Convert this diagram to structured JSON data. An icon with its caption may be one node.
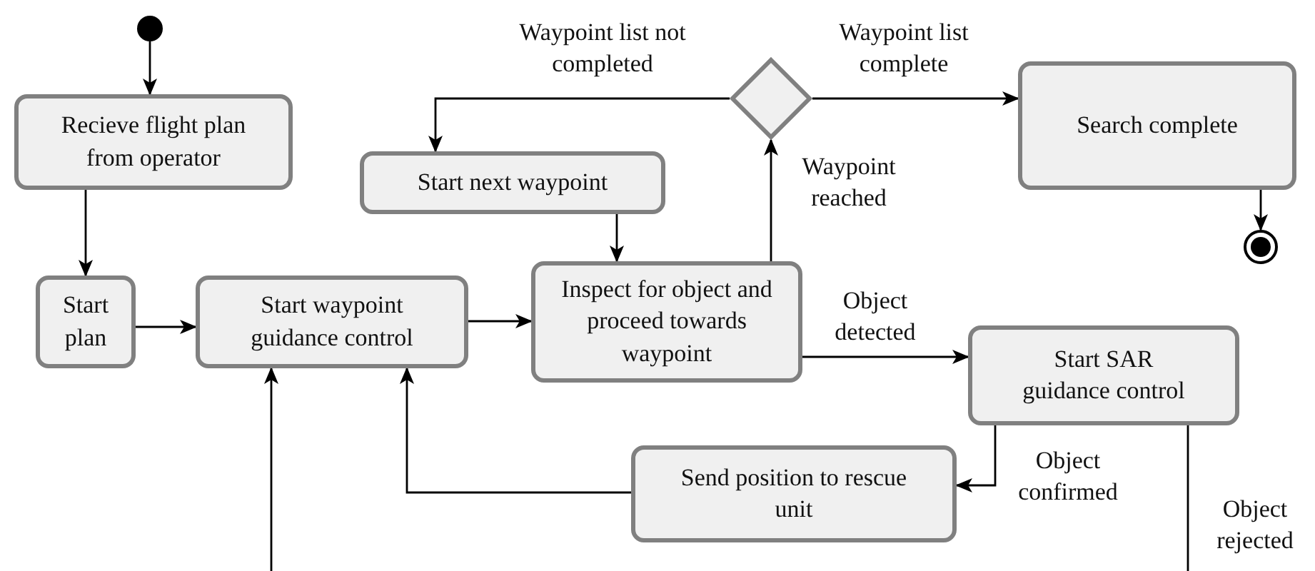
{
  "diagram": {
    "nodes": [
      {
        "text": [],
        "shape": "circle"
      },
      {
        "text": [
          "Recieve flight plan from operator"
        ]
      },
      {
        "text": [
          "Start plan"
        ]
      },
      {
        "text": [
          "Start waypoint guidance control"
        ]
      },
      {
        "text": [
          "Start next waypoint"
        ]
      },
      {
        "text": [
          "Inspect for object and proceed towards waypoint"
        ]
      },
      {
        "text": [],
        "shape": "diamond"
      },
      {
        "text": [
          "Search complete"
        ]
      },
      {
        "text": [],
        "shape": "circle"
      },
      {
        "text": [
          "Start SAR guidance control"
        ]
      },
      {
        "text": [
          "Send position to rescue unit"
        ]
      }
    ],
    "edges": [
      {
        "from": 0,
        "to": 1,
        "arrow": "to"
      },
      {
        "from": 1,
        "to": 2,
        "arrow": "to"
      },
      {
        "from": 2,
        "to": 3,
        "arrow": "to"
      },
      {
        "from": 3,
        "to": 5,
        "arrow": "to"
      },
      {
        "from": 4,
        "to": 5,
        "arrow": "to"
      },
      {
        "from": 5,
        "to": 6,
        "arrow": "to",
        "label": "Waypoint reached"
      },
      {
        "from": 6,
        "to": 4,
        "arrow": "to",
        "label": "Waypoint list not completed"
      },
      {
        "from": 6,
        "to": 7,
        "arrow": "to",
        "label": "Waypoint list complete"
      },
      {
        "from": 7,
        "to": 8,
        "arrow": "to"
      },
      {
        "from": 5,
        "to": 9,
        "arrow": "to",
        "label": "Object detected"
      },
      {
        "from": 9,
        "to": 10,
        "arrow": "to",
        "label": "Object confirmed"
      },
      {
        "from": 10,
        "to": 3,
        "arrow": "to"
      },
      {
        "from": 9,
        "to": null,
        "arrow": "none",
        "label": "Object rejected"
      },
      {
        "from": null,
        "to": 3,
        "arrow": "to"
      }
    ]
  }
}
